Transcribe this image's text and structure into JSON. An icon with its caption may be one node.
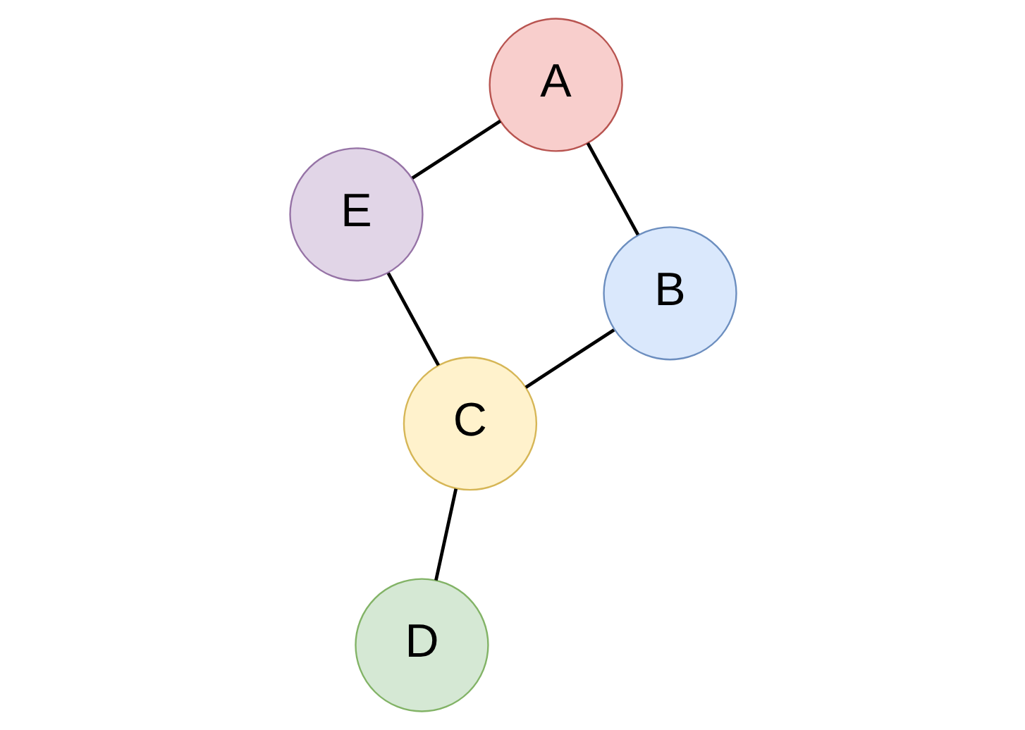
{
  "diagram": {
    "nodes": [
      {
        "text": [
          "C"
        ]
      },
      {
        "text": [
          "B"
        ]
      },
      {
        "text": [
          "D"
        ]
      },
      {
        "text": [
          "A"
        ]
      },
      {
        "text": [
          "E"
        ]
      }
    ],
    "edges": [
      {
        "from": 0,
        "to": 1,
        "arrow": "none"
      },
      {
        "from": 0,
        "to": 2,
        "arrow": "none"
      },
      {
        "from": 0,
        "to": 4,
        "arrow": "none"
      },
      {
        "from": 1,
        "to": 3,
        "arrow": "none"
      },
      {
        "from": 3,
        "to": 4,
        "arrow": "none"
      }
    ]
  }
}
